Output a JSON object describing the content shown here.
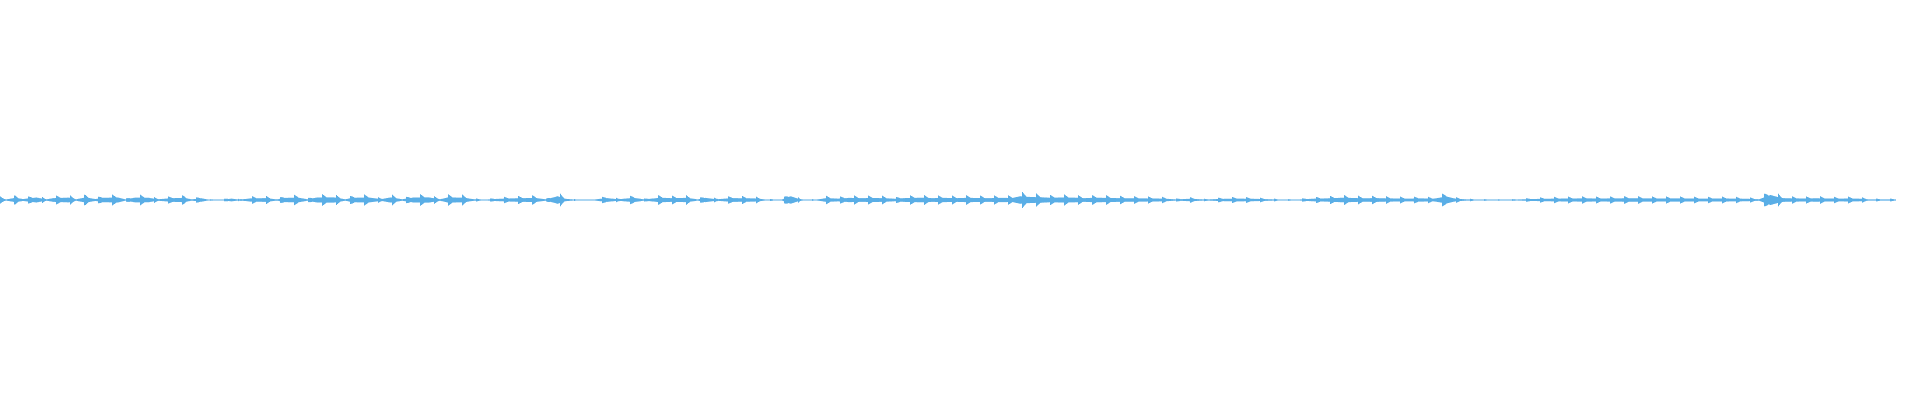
{
  "waveform": {
    "color": "#5aaee6",
    "background": "#ffffff",
    "orientation": "horizontal",
    "amplitude_profile": [
      {
        "pos": 0.0,
        "amp": 0.25
      },
      {
        "pos": 0.003,
        "amp": 0.1
      },
      {
        "pos": 0.008,
        "amp": 0.35
      },
      {
        "pos": 0.012,
        "amp": 0.15
      },
      {
        "pos": 0.019,
        "amp": 0.4
      },
      {
        "pos": 0.024,
        "amp": 0.1
      },
      {
        "pos": 0.028,
        "amp": 0.3
      },
      {
        "pos": 0.036,
        "amp": 0.38
      },
      {
        "pos": 0.04,
        "amp": 0.12
      },
      {
        "pos": 0.045,
        "amp": 0.42
      },
      {
        "pos": 0.05,
        "amp": 0.15
      },
      {
        "pos": 0.054,
        "amp": 0.35
      },
      {
        "pos": 0.062,
        "amp": 0.4
      },
      {
        "pos": 0.066,
        "amp": 0.1
      },
      {
        "pos": 0.071,
        "amp": 0.38
      },
      {
        "pos": 0.078,
        "amp": 0.36
      },
      {
        "pos": 0.083,
        "amp": 0.12
      },
      {
        "pos": 0.091,
        "amp": 0.3
      },
      {
        "pos": 0.097,
        "amp": 0.34
      },
      {
        "pos": 0.101,
        "amp": 0.1
      },
      {
        "pos": 0.106,
        "amp": 0.28
      },
      {
        "pos": 0.11,
        "amp": 0.05
      },
      {
        "pos": 0.118,
        "amp": 0.08
      },
      {
        "pos": 0.122,
        "amp": 0.22
      },
      {
        "pos": 0.126,
        "amp": 0.06
      },
      {
        "pos": 0.132,
        "amp": 0.26
      },
      {
        "pos": 0.14,
        "amp": 0.3
      },
      {
        "pos": 0.146,
        "amp": 0.1
      },
      {
        "pos": 0.15,
        "amp": 0.34
      },
      {
        "pos": 0.157,
        "amp": 0.38
      },
      {
        "pos": 0.162,
        "amp": 0.12
      },
      {
        "pos": 0.167,
        "amp": 0.4
      },
      {
        "pos": 0.176,
        "amp": 0.42
      },
      {
        "pos": 0.182,
        "amp": 0.12
      },
      {
        "pos": 0.186,
        "amp": 0.36
      },
      {
        "pos": 0.194,
        "amp": 0.4
      },
      {
        "pos": 0.201,
        "amp": 0.14
      },
      {
        "pos": 0.206,
        "amp": 0.42
      },
      {
        "pos": 0.212,
        "amp": 0.12
      },
      {
        "pos": 0.218,
        "amp": 0.4
      },
      {
        "pos": 0.226,
        "amp": 0.42
      },
      {
        "pos": 0.232,
        "amp": 0.12
      },
      {
        "pos": 0.236,
        "amp": 0.4
      },
      {
        "pos": 0.244,
        "amp": 0.38
      },
      {
        "pos": 0.25,
        "amp": 0.12
      },
      {
        "pos": 0.256,
        "amp": 0.06
      },
      {
        "pos": 0.262,
        "amp": 0.18
      },
      {
        "pos": 0.27,
        "amp": 0.26
      },
      {
        "pos": 0.276,
        "amp": 0.3
      },
      {
        "pos": 0.282,
        "amp": 0.34
      },
      {
        "pos": 0.288,
        "amp": 0.1
      },
      {
        "pos": 0.294,
        "amp": 0.6
      },
      {
        "pos": 0.298,
        "amp": 0.2
      },
      {
        "pos": 0.304,
        "amp": 0.04
      },
      {
        "pos": 0.312,
        "amp": 0.04
      },
      {
        "pos": 0.32,
        "amp": 0.3
      },
      {
        "pos": 0.326,
        "amp": 0.12
      },
      {
        "pos": 0.334,
        "amp": 0.34
      },
      {
        "pos": 0.34,
        "amp": 0.1
      },
      {
        "pos": 0.348,
        "amp": 0.36
      },
      {
        "pos": 0.354,
        "amp": 0.3
      },
      {
        "pos": 0.362,
        "amp": 0.34
      },
      {
        "pos": 0.368,
        "amp": 0.1
      },
      {
        "pos": 0.372,
        "amp": 0.34
      },
      {
        "pos": 0.378,
        "amp": 0.12
      },
      {
        "pos": 0.386,
        "amp": 0.3
      },
      {
        "pos": 0.392,
        "amp": 0.28
      },
      {
        "pos": 0.398,
        "amp": 0.26
      },
      {
        "pos": 0.404,
        "amp": 0.08
      },
      {
        "pos": 0.412,
        "amp": 0.05
      },
      {
        "pos": 0.417,
        "amp": 0.6
      },
      {
        "pos": 0.422,
        "amp": 0.1
      },
      {
        "pos": 0.43,
        "amp": 0.05
      },
      {
        "pos": 0.436,
        "amp": 0.3
      },
      {
        "pos": 0.442,
        "amp": 0.22
      },
      {
        "pos": 0.448,
        "amp": 0.34
      },
      {
        "pos": 0.454,
        "amp": 0.3
      },
      {
        "pos": 0.46,
        "amp": 0.32
      },
      {
        "pos": 0.466,
        "amp": 0.3
      },
      {
        "pos": 0.472,
        "amp": 0.2
      },
      {
        "pos": 0.478,
        "amp": 0.32
      },
      {
        "pos": 0.486,
        "amp": 0.36
      },
      {
        "pos": 0.492,
        "amp": 0.3
      },
      {
        "pos": 0.498,
        "amp": 0.34
      },
      {
        "pos": 0.504,
        "amp": 0.3
      },
      {
        "pos": 0.51,
        "amp": 0.34
      },
      {
        "pos": 0.516,
        "amp": 0.32
      },
      {
        "pos": 0.522,
        "amp": 0.3
      },
      {
        "pos": 0.528,
        "amp": 0.34
      },
      {
        "pos": 0.534,
        "amp": 0.32
      },
      {
        "pos": 0.538,
        "amp": 0.6
      },
      {
        "pos": 0.542,
        "amp": 0.5
      },
      {
        "pos": 0.548,
        "amp": 0.45
      },
      {
        "pos": 0.554,
        "amp": 0.36
      },
      {
        "pos": 0.56,
        "amp": 0.4
      },
      {
        "pos": 0.566,
        "amp": 0.38
      },
      {
        "pos": 0.572,
        "amp": 0.3
      },
      {
        "pos": 0.578,
        "amp": 0.36
      },
      {
        "pos": 0.584,
        "amp": 0.34
      },
      {
        "pos": 0.59,
        "amp": 0.3
      },
      {
        "pos": 0.596,
        "amp": 0.28
      },
      {
        "pos": 0.602,
        "amp": 0.26
      },
      {
        "pos": 0.608,
        "amp": 0.24
      },
      {
        "pos": 0.614,
        "amp": 0.22
      },
      {
        "pos": 0.62,
        "amp": 0.1
      },
      {
        "pos": 0.628,
        "amp": 0.2
      },
      {
        "pos": 0.636,
        "amp": 0.08
      },
      {
        "pos": 0.644,
        "amp": 0.18
      },
      {
        "pos": 0.652,
        "amp": 0.22
      },
      {
        "pos": 0.66,
        "amp": 0.2
      },
      {
        "pos": 0.668,
        "amp": 0.14
      },
      {
        "pos": 0.676,
        "amp": 0.06
      },
      {
        "pos": 0.684,
        "amp": 0.06
      },
      {
        "pos": 0.692,
        "amp": 0.2
      },
      {
        "pos": 0.7,
        "amp": 0.26
      },
      {
        "pos": 0.708,
        "amp": 0.36
      },
      {
        "pos": 0.714,
        "amp": 0.32
      },
      {
        "pos": 0.72,
        "amp": 0.28
      },
      {
        "pos": 0.726,
        "amp": 0.3
      },
      {
        "pos": 0.732,
        "amp": 0.26
      },
      {
        "pos": 0.738,
        "amp": 0.24
      },
      {
        "pos": 0.744,
        "amp": 0.22
      },
      {
        "pos": 0.75,
        "amp": 0.26
      },
      {
        "pos": 0.756,
        "amp": 0.2
      },
      {
        "pos": 0.763,
        "amp": 0.55
      },
      {
        "pos": 0.768,
        "amp": 0.2
      },
      {
        "pos": 0.774,
        "amp": 0.1
      },
      {
        "pos": 0.78,
        "amp": 0.06
      },
      {
        "pos": 0.788,
        "amp": 0.06
      },
      {
        "pos": 0.796,
        "amp": 0.04
      },
      {
        "pos": 0.804,
        "amp": 0.12
      },
      {
        "pos": 0.812,
        "amp": 0.18
      },
      {
        "pos": 0.82,
        "amp": 0.22
      },
      {
        "pos": 0.828,
        "amp": 0.24
      },
      {
        "pos": 0.836,
        "amp": 0.26
      },
      {
        "pos": 0.844,
        "amp": 0.24
      },
      {
        "pos": 0.852,
        "amp": 0.26
      },
      {
        "pos": 0.86,
        "amp": 0.28
      },
      {
        "pos": 0.868,
        "amp": 0.26
      },
      {
        "pos": 0.876,
        "amp": 0.24
      },
      {
        "pos": 0.884,
        "amp": 0.26
      },
      {
        "pos": 0.892,
        "amp": 0.24
      },
      {
        "pos": 0.9,
        "amp": 0.22
      },
      {
        "pos": 0.908,
        "amp": 0.24
      },
      {
        "pos": 0.916,
        "amp": 0.22
      },
      {
        "pos": 0.922,
        "amp": 0.2
      },
      {
        "pos": 0.928,
        "amp": 0.12
      },
      {
        "pos": 0.934,
        "amp": 0.8
      },
      {
        "pos": 0.94,
        "amp": 0.3
      },
      {
        "pos": 0.946,
        "amp": 0.26
      },
      {
        "pos": 0.952,
        "amp": 0.24
      },
      {
        "pos": 0.958,
        "amp": 0.28
      },
      {
        "pos": 0.964,
        "amp": 0.24
      },
      {
        "pos": 0.97,
        "amp": 0.22
      },
      {
        "pos": 0.976,
        "amp": 0.24
      },
      {
        "pos": 0.982,
        "amp": 0.2
      },
      {
        "pos": 0.986,
        "amp": 0.1
      }
    ]
  }
}
